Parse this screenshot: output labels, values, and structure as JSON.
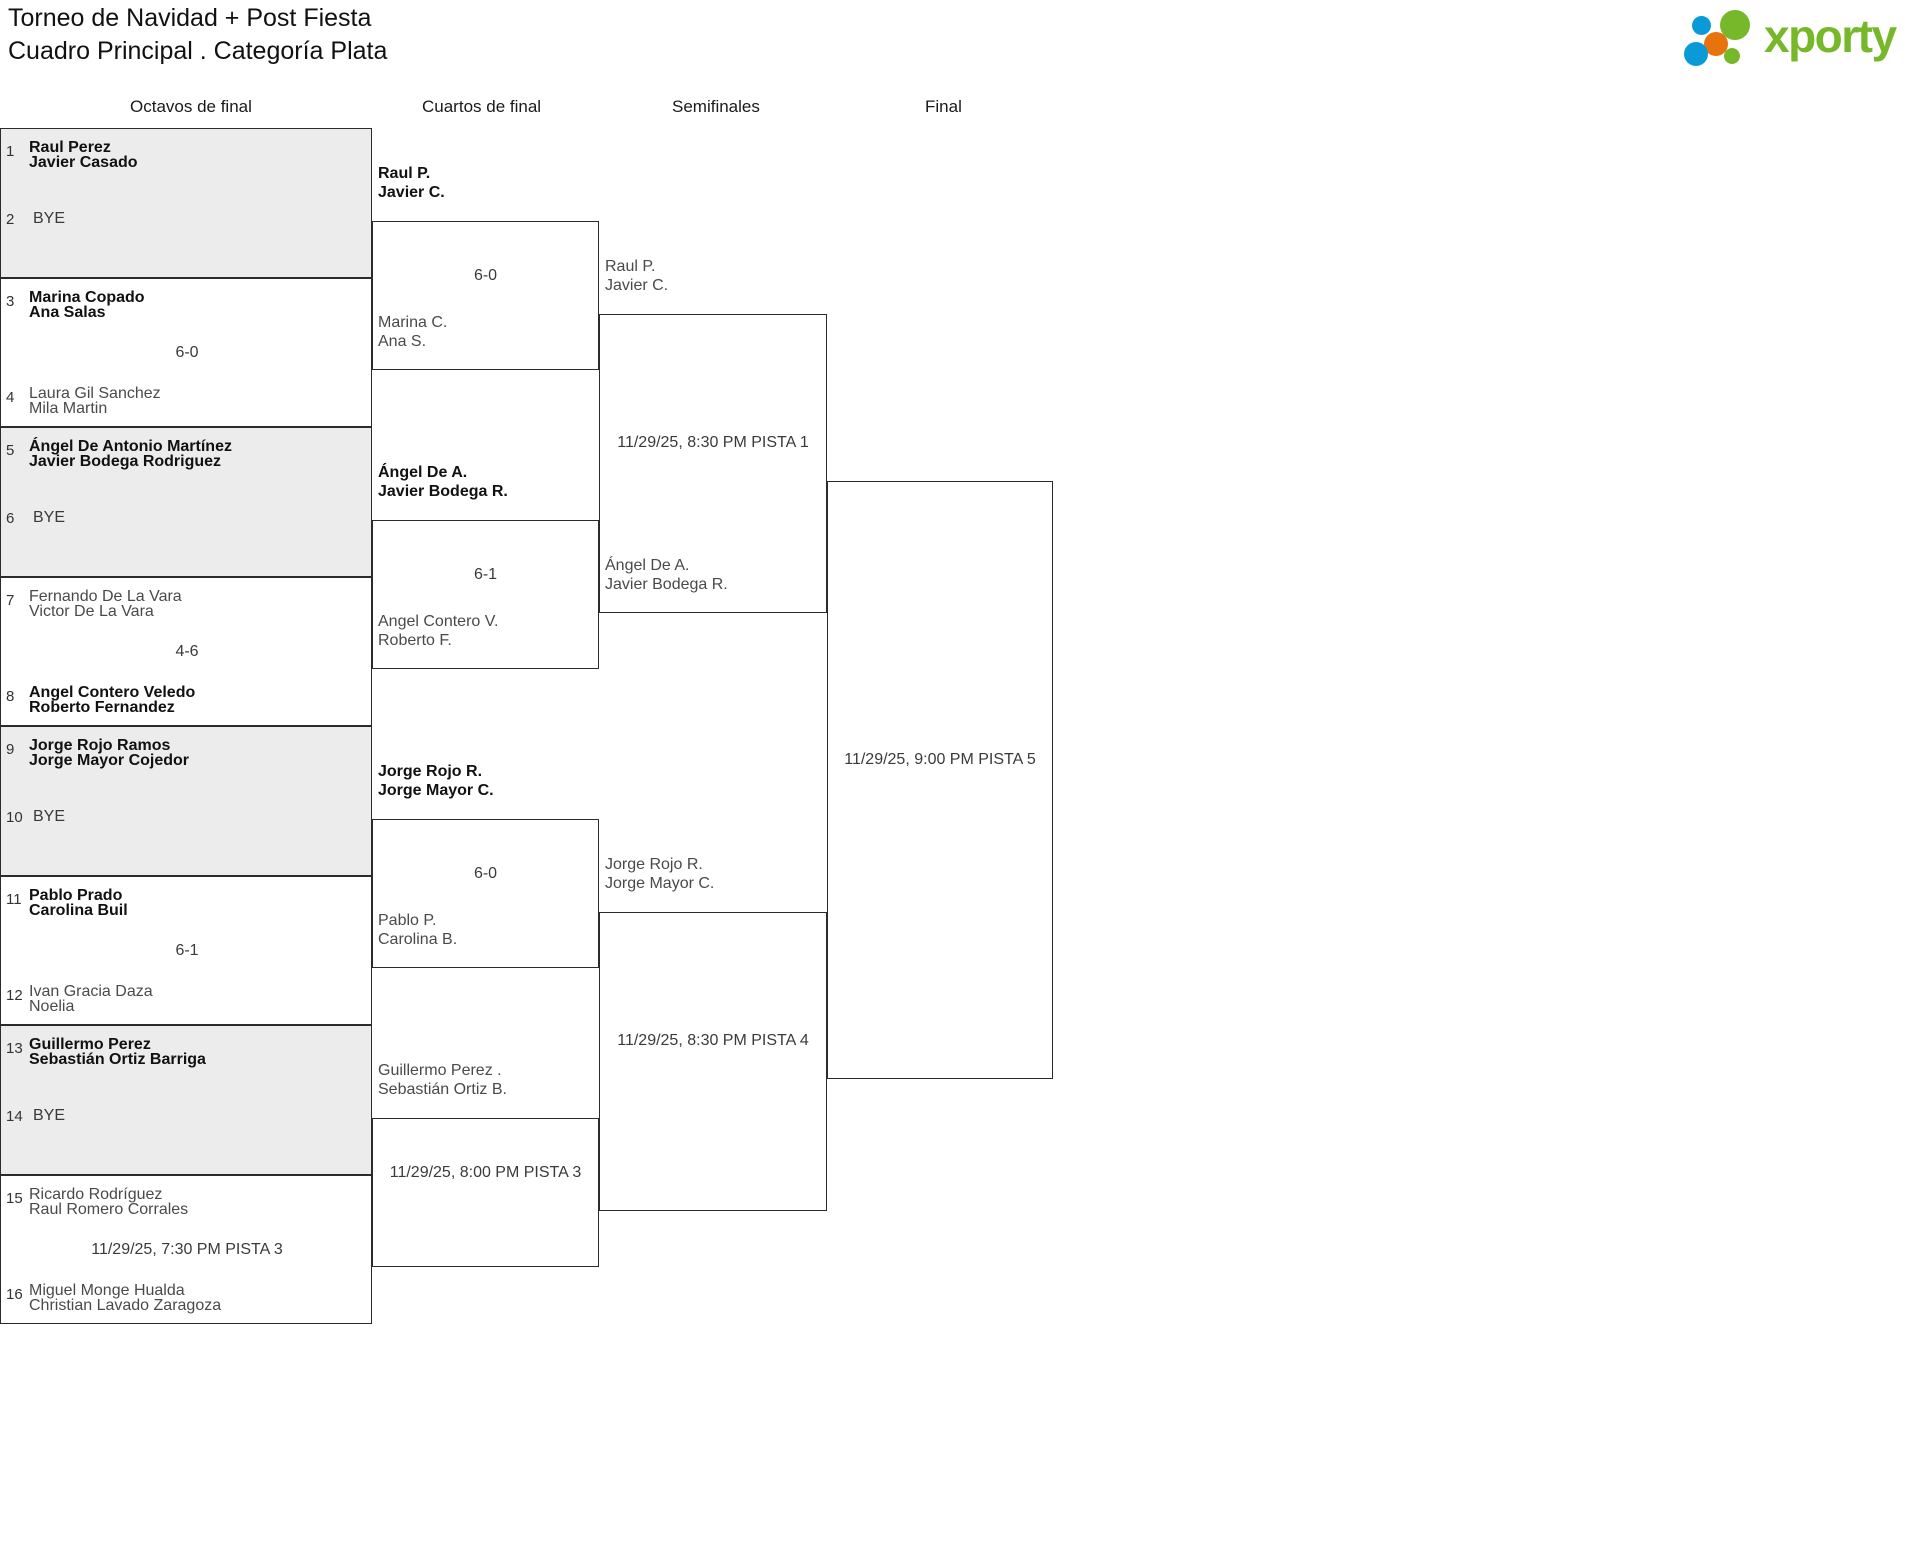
{
  "header": {
    "title_line1": "Torneo de Navidad + Post Fiesta",
    "title_line2": "Cuadro Principal . Categoría Plata",
    "logo_text": "xporty",
    "logo_colors": {
      "green": "#76b82a",
      "blue": "#0a9ad8",
      "orange": "#e8720c"
    }
  },
  "rounds": [
    {
      "label": "Octavos de final"
    },
    {
      "label": "Cuartos de final"
    },
    {
      "label": "Semifinales"
    },
    {
      "label": "Final"
    }
  ],
  "round1": {
    "matches": [
      {
        "top": {
          "seed": "1",
          "p1": "Raul Perez",
          "p2": "Javier Casado",
          "winner": true,
          "bye": false
        },
        "bottom": {
          "seed": "2",
          "p1": "BYE",
          "p2": "",
          "winner": false,
          "bye": true
        },
        "result": "",
        "shaded": true
      },
      {
        "top": {
          "seed": "3",
          "p1": "Marina Copado",
          "p2": "Ana Salas",
          "winner": true,
          "bye": false
        },
        "bottom": {
          "seed": "4",
          "p1": "Laura Gil Sanchez",
          "p2": "Mila Martin",
          "winner": false,
          "bye": false
        },
        "result": "6-0",
        "shaded": false
      },
      {
        "top": {
          "seed": "5",
          "p1": "Ángel De Antonio Martínez",
          "p2": "Javier Bodega Rodriguez",
          "winner": true,
          "bye": false
        },
        "bottom": {
          "seed": "6",
          "p1": "BYE",
          "p2": "",
          "winner": false,
          "bye": true
        },
        "result": "",
        "shaded": true
      },
      {
        "top": {
          "seed": "7",
          "p1": "Fernando De La Vara",
          "p2": "Victor De La Vara",
          "winner": false,
          "bye": false
        },
        "bottom": {
          "seed": "8",
          "p1": "Angel Contero Veledo",
          "p2": "Roberto Fernandez",
          "winner": true,
          "bye": false
        },
        "result": "4-6",
        "shaded": false
      },
      {
        "top": {
          "seed": "9",
          "p1": "Jorge Rojo Ramos",
          "p2": "Jorge Mayor Cojedor",
          "winner": true,
          "bye": false
        },
        "bottom": {
          "seed": "10",
          "p1": "BYE",
          "p2": "",
          "winner": false,
          "bye": true
        },
        "result": "",
        "shaded": true
      },
      {
        "top": {
          "seed": "11",
          "p1": "Pablo Prado",
          "p2": "Carolina Buil",
          "winner": true,
          "bye": false
        },
        "bottom": {
          "seed": "12",
          "p1": "Ivan Gracia Daza",
          "p2": "Noelia",
          "winner": false,
          "bye": false
        },
        "result": "6-1",
        "shaded": false
      },
      {
        "top": {
          "seed": "13",
          "p1": "Guillermo Perez",
          "p2": "Sebastián Ortiz Barriga",
          "winner": true,
          "bye": false
        },
        "bottom": {
          "seed": "14",
          "p1": "BYE",
          "p2": "",
          "winner": false,
          "bye": true
        },
        "result": "",
        "shaded": true
      },
      {
        "top": {
          "seed": "15",
          "p1": "Ricardo Rodríguez",
          "p2": "Raul Romero Corrales",
          "winner": false,
          "bye": false
        },
        "bottom": {
          "seed": "16",
          "p1": "Miguel Monge Hualda",
          "p2": "Christian Lavado Zaragoza",
          "winner": false,
          "bye": false
        },
        "result": "11/29/25, 7:30 PM PISTA 3",
        "shaded": false
      }
    ]
  },
  "round2": {
    "entries": [
      {
        "p1": "Raul P.",
        "p2": "Javier C.",
        "winner": true
      },
      {
        "p1": "Marina C.",
        "p2": "Ana S.",
        "winner": false
      },
      {
        "p1": "Ángel De A.",
        "p2": "Javier Bodega R.",
        "winner": true
      },
      {
        "p1": "Angel Contero V.",
        "p2": "Roberto F.",
        "winner": false
      },
      {
        "p1": "Jorge Rojo R.",
        "p2": "Jorge Mayor C.",
        "winner": true
      },
      {
        "p1": "Pablo P.",
        "p2": "Carolina B.",
        "winner": false
      },
      {
        "p1": "Guillermo Perez .",
        "p2": "Sebastián Ortiz B.",
        "winner": false
      },
      {
        "p1": "",
        "p2": "",
        "winner": false
      }
    ],
    "results": [
      "6-0",
      "6-1",
      "6-0",
      "11/29/25, 8:00 PM PISTA 3"
    ]
  },
  "round3": {
    "entries": [
      {
        "p1": "Raul P.",
        "p2": "Javier C.",
        "winner": false
      },
      {
        "p1": "Ángel De A.",
        "p2": "Javier Bodega R.",
        "winner": false
      },
      {
        "p1": "Jorge Rojo R.",
        "p2": "Jorge Mayor C.",
        "winner": false
      },
      {
        "p1": "",
        "p2": "",
        "winner": false
      }
    ],
    "results": [
      "11/29/25, 8:30 PM PISTA 1",
      "11/29/25, 8:30 PM PISTA 4"
    ]
  },
  "round4": {
    "results": [
      "11/29/25, 9:00 PM PISTA 5"
    ]
  }
}
